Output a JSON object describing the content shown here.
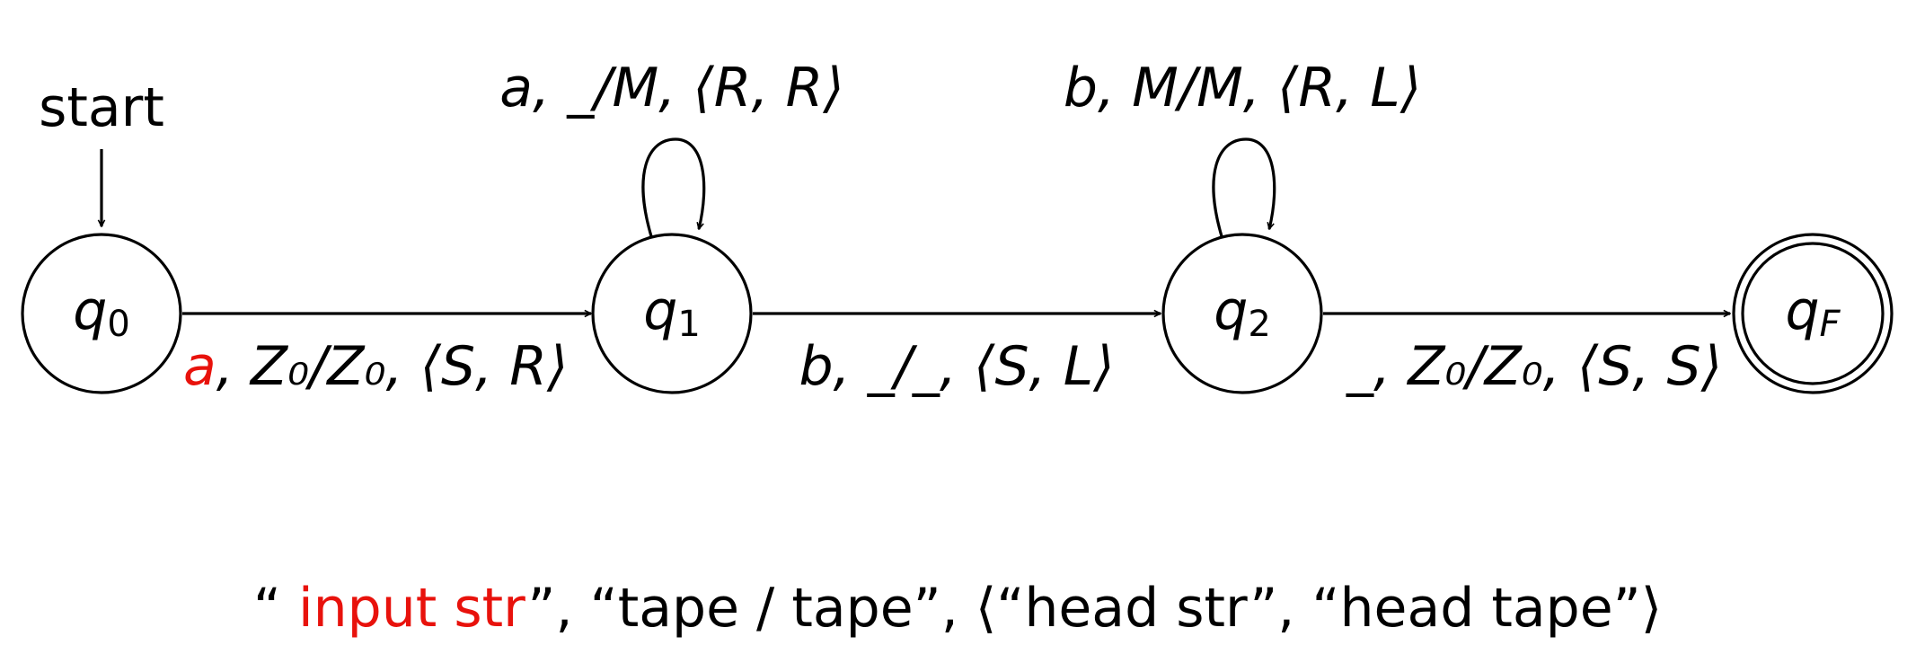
{
  "start_label": "start",
  "states": [
    {
      "id": "q0",
      "base": "q",
      "sub": "0",
      "accepting": false
    },
    {
      "id": "q1",
      "base": "q",
      "sub": "1",
      "accepting": false
    },
    {
      "id": "q2",
      "base": "q",
      "sub": "2",
      "accepting": false
    },
    {
      "id": "qF",
      "base": "q",
      "sub": "F",
      "accepting": true
    }
  ],
  "transitions": {
    "q0_q1": {
      "input": "a",
      "rest": ", Z₀/Z₀, ⟨S, R⟩"
    },
    "q1_self": {
      "input": "a",
      "rest": ", _/M, ⟨R, R⟩"
    },
    "q1_q2": {
      "input": "b",
      "rest": ", _/_, ⟨S, L⟩"
    },
    "q2_self": {
      "input": "b",
      "rest": ", M/M, ⟨R, L⟩"
    },
    "q2_qF": {
      "input": "_",
      "rest": ", Z₀/Z₀, ⟨S, S⟩"
    }
  },
  "legend": {
    "open_quote": "“ ",
    "input_str": "input str",
    "rest": "”, “tape / tape”, ⟨“head str”, “head tape”⟩"
  },
  "colors": {
    "highlight": "#e8120c",
    "ink": "#000000"
  }
}
